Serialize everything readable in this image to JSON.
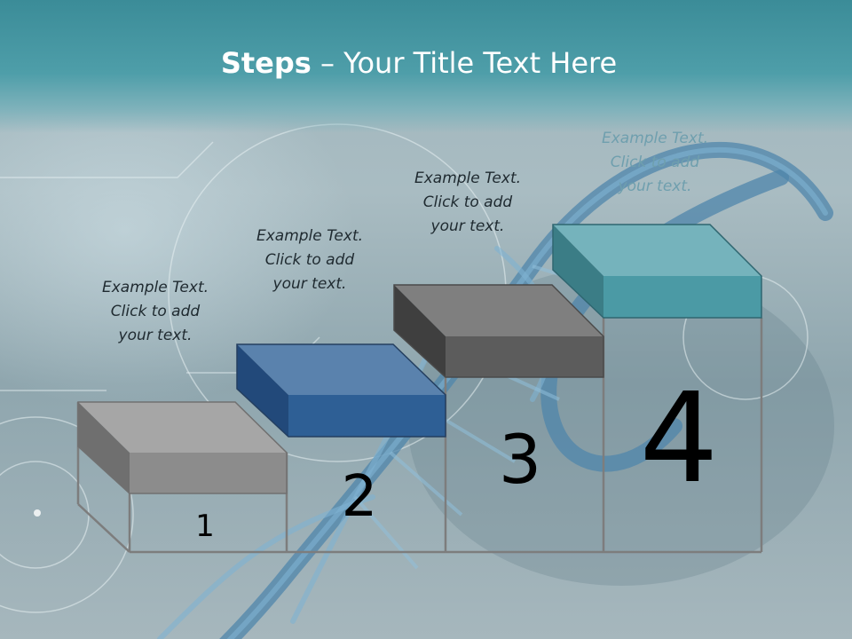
{
  "title": {
    "bold": "Steps",
    "rest": " – Your Title Text Here"
  },
  "steps": [
    {
      "number": "1",
      "text": [
        "Example Text.",
        "Click  to add",
        "your text."
      ]
    },
    {
      "number": "2",
      "text": [
        "Example Text.",
        "Click  to add",
        "your text."
      ]
    },
    {
      "number": "3",
      "text": [
        "Example Text.",
        "Click  to add",
        "your text."
      ]
    },
    {
      "number": "4",
      "text": [
        "Example Text.",
        "Click  to add",
        "your text."
      ]
    }
  ],
  "colors": {
    "step1": "#8c8c8c",
    "step2": "#2e5f95",
    "step3": "#5c5c5c",
    "step4": "#4b9aa5",
    "header": "#3f8f9a"
  }
}
